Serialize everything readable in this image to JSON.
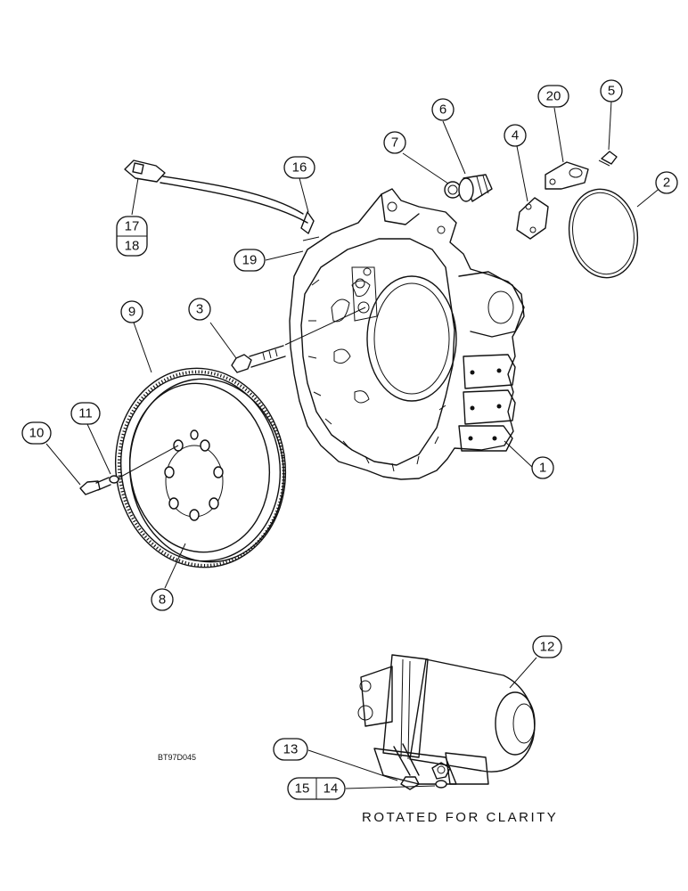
{
  "drawing_code": "BT97D045",
  "caption": "ROTATED FOR CLARITY",
  "callouts": [
    {
      "label": "1"
    },
    {
      "label": "2"
    },
    {
      "label": "3"
    },
    {
      "label": "4"
    },
    {
      "label": "5"
    },
    {
      "label": "6"
    },
    {
      "label": "7"
    },
    {
      "label": "8"
    },
    {
      "label": "9"
    },
    {
      "label": "10"
    },
    {
      "label": "11"
    },
    {
      "label": "12"
    },
    {
      "label": "13"
    },
    {
      "label": "14"
    },
    {
      "label": "15"
    },
    {
      "label": "16"
    },
    {
      "label": "17"
    },
    {
      "label": "18"
    },
    {
      "label": "19"
    },
    {
      "label": "20"
    }
  ]
}
